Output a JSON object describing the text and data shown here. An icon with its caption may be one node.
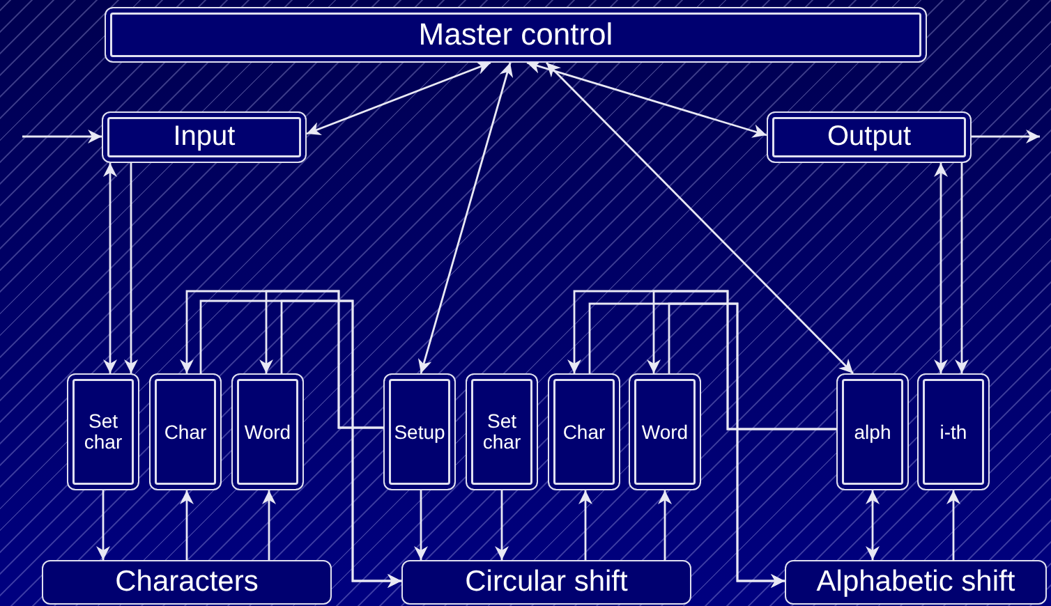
{
  "diagram": {
    "nodes": [
      {
        "text": [
          "Master control"
        ]
      },
      {
        "text": [
          "Input"
        ]
      },
      {
        "text": [
          "Output"
        ]
      },
      {
        "text": [
          "Set char"
        ]
      },
      {
        "text": [
          "Char"
        ]
      },
      {
        "text": [
          "Word"
        ]
      },
      {
        "text": [
          "Setup"
        ]
      },
      {
        "text": [
          "Set char"
        ]
      },
      {
        "text": [
          "Char"
        ]
      },
      {
        "text": [
          "Word"
        ]
      },
      {
        "text": [
          "alph"
        ]
      },
      {
        "text": [
          "i-th"
        ]
      },
      {
        "text": [
          "Characters"
        ]
      },
      {
        "text": [
          "Circular shift"
        ]
      },
      {
        "text": [
          "Alphabetic shift"
        ]
      }
    ],
    "edges": [
      {
        "from": null,
        "to": 1,
        "arrow": "to"
      },
      {
        "from": 2,
        "to": null,
        "arrow": "to"
      },
      {
        "from": 0,
        "to": 1,
        "arrow": "both"
      },
      {
        "from": 0,
        "to": 2,
        "arrow": "both"
      },
      {
        "from": 0,
        "to": 6,
        "arrow": "both"
      },
      {
        "from": 0,
        "to": 10,
        "arrow": "both"
      },
      {
        "from": 3,
        "to": 1,
        "arrow": "both"
      },
      {
        "from": 1,
        "to": 3,
        "arrow": "to"
      },
      {
        "from": 11,
        "to": 2,
        "arrow": "both"
      },
      {
        "from": 2,
        "to": 11,
        "arrow": "to"
      },
      {
        "from": 3,
        "to": 12,
        "arrow": "to"
      },
      {
        "from": 12,
        "to": 4,
        "arrow": "to"
      },
      {
        "from": 12,
        "to": 5,
        "arrow": "to"
      },
      {
        "from": 6,
        "to": 13,
        "arrow": "to"
      },
      {
        "from": 7,
        "to": 13,
        "arrow": "to"
      },
      {
        "from": 13,
        "to": 8,
        "arrow": "to"
      },
      {
        "from": 13,
        "to": 9,
        "arrow": "to"
      },
      {
        "from": 10,
        "to": 14,
        "arrow": "both"
      },
      {
        "from": 14,
        "to": 11,
        "arrow": "to"
      },
      {
        "from": 6,
        "to": 4,
        "arrow": "to"
      },
      {
        "from": 6,
        "to": 5,
        "arrow": "to"
      },
      {
        "from": 4,
        "to": 13,
        "arrow": "to"
      },
      {
        "from": 5,
        "to": 13,
        "arrow": "to"
      },
      {
        "from": 10,
        "to": 8,
        "arrow": "to"
      },
      {
        "from": 10,
        "to": 9,
        "arrow": "to"
      },
      {
        "from": 8,
        "to": 14,
        "arrow": "to"
      },
      {
        "from": 9,
        "to": 14,
        "arrow": "to"
      }
    ]
  }
}
